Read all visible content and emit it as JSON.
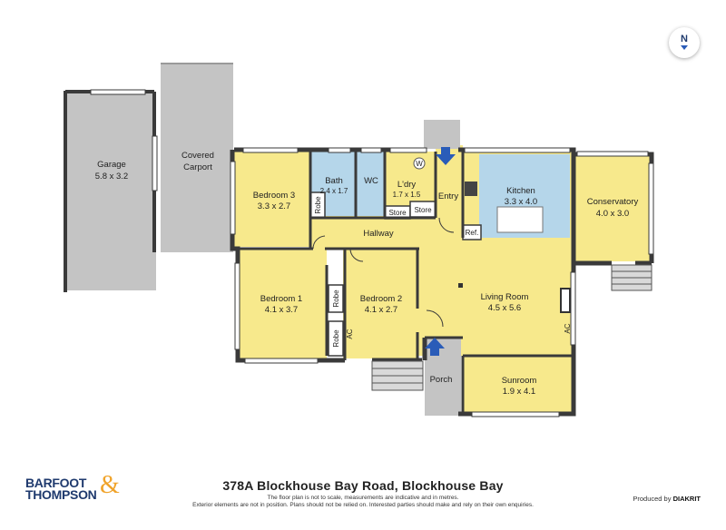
{
  "rooms": {
    "garage": {
      "name": "Garage",
      "size": "5.8 x 3.2"
    },
    "carport": {
      "name1": "Covered",
      "name2": "Carport"
    },
    "bedroom3": {
      "name": "Bedroom 3",
      "size": "3.3 x 2.7"
    },
    "bath": {
      "name": "Bath",
      "size": "2.4 x 1.7"
    },
    "wc": {
      "name": "WC"
    },
    "laundry": {
      "name": "L'dry",
      "size": "1.7 x 1.5"
    },
    "entry": {
      "name": "Entry"
    },
    "kitchen": {
      "name": "Kitchen",
      "size": "3.3 x 4.0"
    },
    "conservatory": {
      "name": "Conservatory",
      "size": "4.0 x 3.0"
    },
    "hallway": {
      "name": "Hallway"
    },
    "bedroom1": {
      "name": "Bedroom 1",
      "size": "4.1 x 3.7"
    },
    "bedroom2": {
      "name": "Bedroom 2",
      "size": "4.1 x 2.7"
    },
    "living": {
      "name": "Living Room",
      "size": "4.5 x 5.6"
    },
    "porch": {
      "name": "Porch"
    },
    "sunroom": {
      "name": "Sunroom",
      "size": "1.9 x 4.1"
    }
  },
  "fixtures": {
    "robe": "Robe",
    "store": "Store",
    "ref": "Ref.",
    "ac": "AC",
    "washer": "W"
  },
  "compass": {
    "label": "N"
  },
  "footer": {
    "address": "378A Blockhouse Bay Road, Blockhouse Bay",
    "disclaimer1": "The floor plan is not to scale, measurements are indicative and in metres.",
    "disclaimer2": "Exterior elements are not in position. Plans should not be relied on. Interested parties should make and rely on their own enquiries.",
    "brand_line1": "BARFOOT",
    "brand_line2": "THOMPSON",
    "brand_amp": "&",
    "credit_prefix": "Produced by",
    "credit_brand": "DIAKRIT"
  },
  "colors": {
    "room_fill": "#f7e98c",
    "wet_fill": "#b5d6ea",
    "garage_fill": "#c4c4c4",
    "wall": "#3a3a3a",
    "entry_arrow": "#2a5cb8",
    "brand_blue": "#1f3a6e",
    "brand_orange": "#f0a32a"
  }
}
